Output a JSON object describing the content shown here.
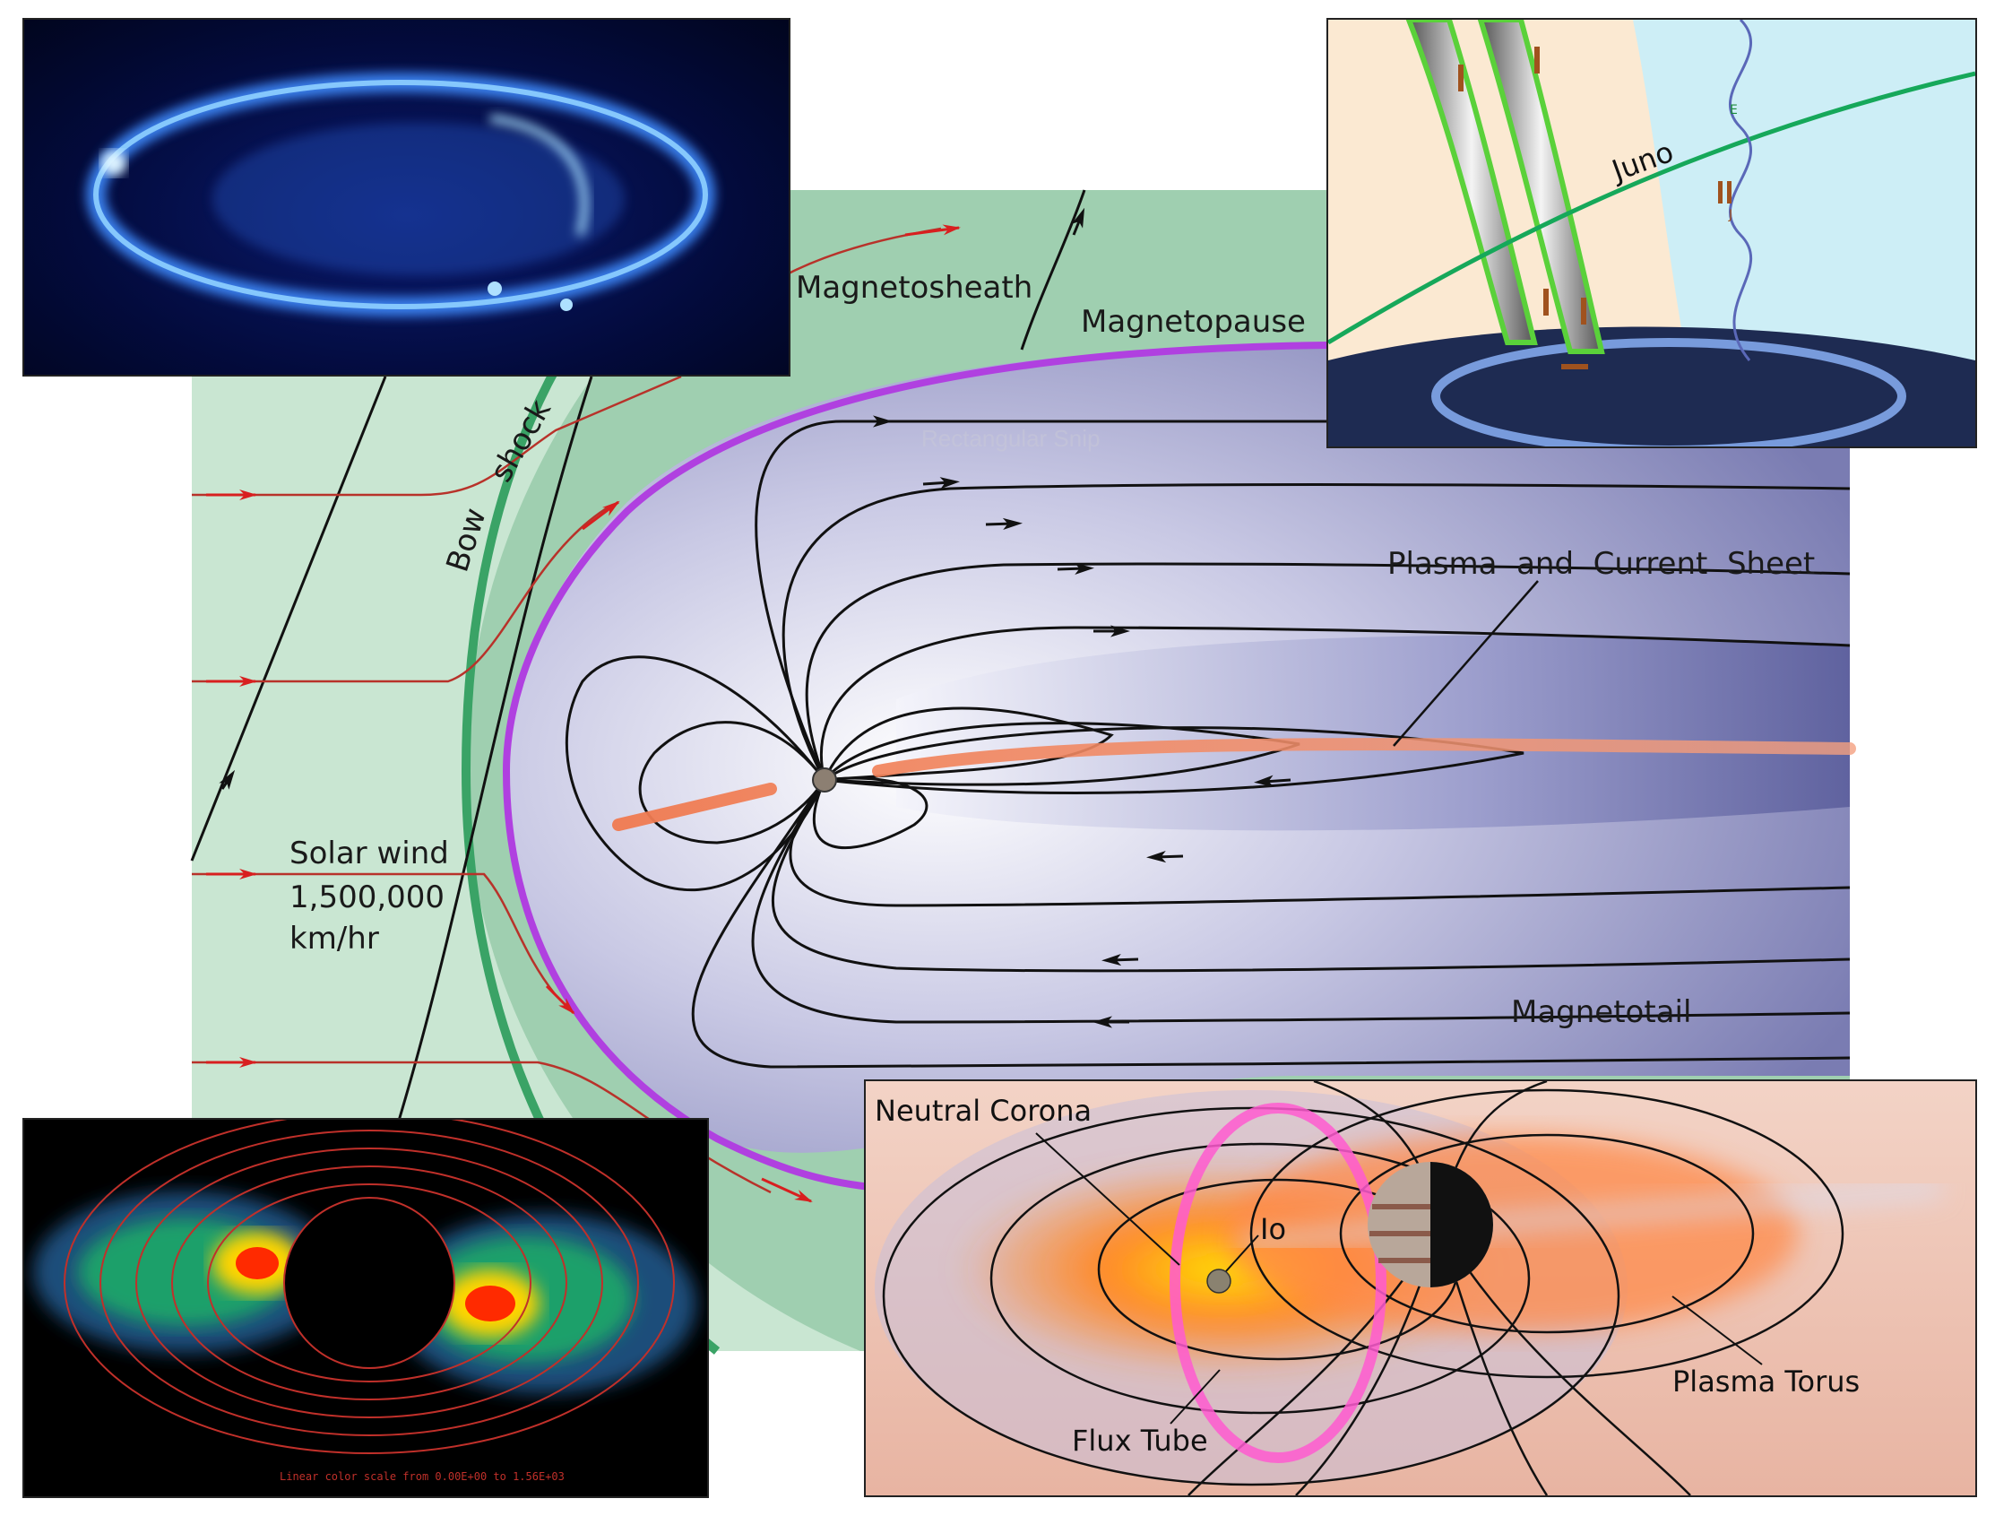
{
  "main": {
    "labels": {
      "magnetosheath": "Magnetosheath",
      "magnetopause": "Magnetopause",
      "bow": "Bow",
      "shock": "shock",
      "plasma_sheet": "Plasma  and  Current  Sheet",
      "solar_wind_line1": "Solar wind",
      "solar_wind_line2": "1,500,000",
      "solar_wind_line3": "km/hr",
      "magnetotail": "Magnetotail",
      "ghost_text": "Rectangular Snip"
    }
  },
  "juno_inset": {
    "label": "Juno",
    "e_label": "E",
    "j_label": "J"
  },
  "torus_inset": {
    "neutral_corona": "Neutral Corona",
    "io": "Io",
    "flux_tube": "Flux Tube",
    "plasma_torus": "Plasma Torus"
  },
  "radiation_inset": {
    "scale_text": "Linear color scale from 0.00E+00 to 1.56E+03"
  },
  "colors": {
    "sheath_green": "#9fcfb0",
    "solar_wind_green": "#c9e6d2",
    "magnetopause_purple": "#b040e0",
    "bow_shock_green": "#3aa366",
    "flow_arrow_red": "#d81f1f",
    "field_line_black": "#111111",
    "current_sheet_orange": "#f0805a"
  }
}
